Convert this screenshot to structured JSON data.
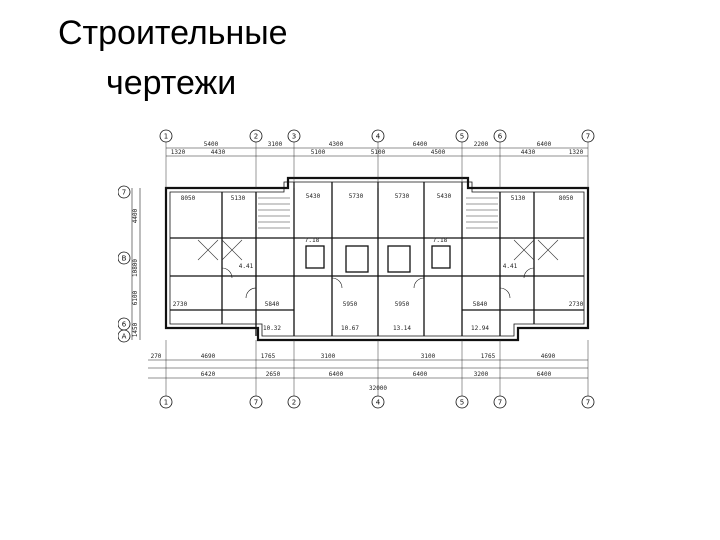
{
  "slide": {
    "title_line1": "Строительные",
    "title_line2": "чертежи"
  },
  "drawing": {
    "top_axes": [
      "1",
      "2",
      "3",
      "4",
      "5",
      "6",
      "7"
    ],
    "bottom_axes": [
      "1",
      "7",
      "2",
      "4",
      "5",
      "7",
      "7"
    ],
    "left_axes": [
      "7",
      "B",
      "6",
      "A"
    ],
    "top_dims_row1": [
      "5400",
      "3100",
      "4300",
      "6400",
      "2200",
      "6400"
    ],
    "top_dims_row2": [
      "1320",
      "4430",
      "5100",
      "5100",
      "4500",
      "4430",
      "1320"
    ],
    "bottom_dims_row1": [
      "270",
      "4690",
      "1765",
      "3100",
      "3100",
      "1765",
      "4690"
    ],
    "bottom_dims_row2": [
      "6420",
      "2650",
      "6400",
      "6400",
      "3200",
      "6400"
    ],
    "bottom_total": "32000",
    "left_dims": [
      "4400",
      "10800",
      "6100",
      "1450"
    ],
    "room_labels": [
      "8050",
      "5130",
      "5430",
      "5730",
      "5730",
      "5430",
      "5130",
      "8050",
      "7.18",
      "7.18",
      "4.41",
      "4.41",
      "2730",
      "2730",
      "5840",
      "5840",
      "5950",
      "5950",
      "10.32",
      "10.67",
      "13.14",
      "12.94"
    ]
  }
}
